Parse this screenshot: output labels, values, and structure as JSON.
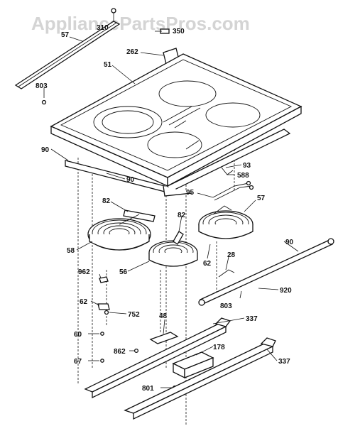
{
  "watermark": "AppliancePartsPros.com",
  "callouts": {
    "c310": "310",
    "c350": "350",
    "c57_top": "57",
    "c262": "262",
    "c51": "51",
    "c803_top": "803",
    "c90_left": "90",
    "c93": "93",
    "c588": "588",
    "c90_front": "90",
    "c95": "95",
    "c82_left": "82",
    "c82_mid": "82",
    "c57_right": "57",
    "c58": "58",
    "c56": "56",
    "c62_mid": "62",
    "c28": "28",
    "c90_right": "90",
    "c962": "962",
    "c920": "920",
    "c803_bottom": "803",
    "c62_left": "62",
    "c752": "752",
    "c48": "48",
    "c337_top": "337",
    "c862": "862",
    "c60": "60",
    "c178": "178",
    "c67": "67",
    "c337_bottom": "337",
    "c801": "801"
  }
}
